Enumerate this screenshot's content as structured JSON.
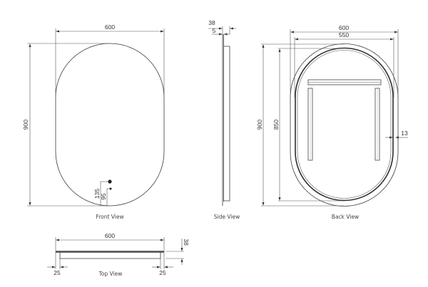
{
  "drawing": {
    "front_view": {
      "label": "Front View",
      "width_dim": "600",
      "height_dim": "900",
      "sensor_dim_1": "135",
      "sensor_dim_2": "95"
    },
    "side_view": {
      "label": "Side View",
      "depth_dim": "38",
      "glass_dim": "5"
    },
    "back_view": {
      "label": "Back View",
      "outer_width_dim": "600",
      "inner_width_dim": "550",
      "outer_height_dim": "900",
      "inner_height_dim": "850",
      "frame_dim": "13"
    },
    "top_view": {
      "label": "Top View",
      "width_dim": "600",
      "depth_dim": "38",
      "left_inset_dim": "25",
      "right_inset_dim": "25"
    }
  },
  "colors": {
    "line": "#3a3a3a",
    "background": "#ffffff"
  }
}
